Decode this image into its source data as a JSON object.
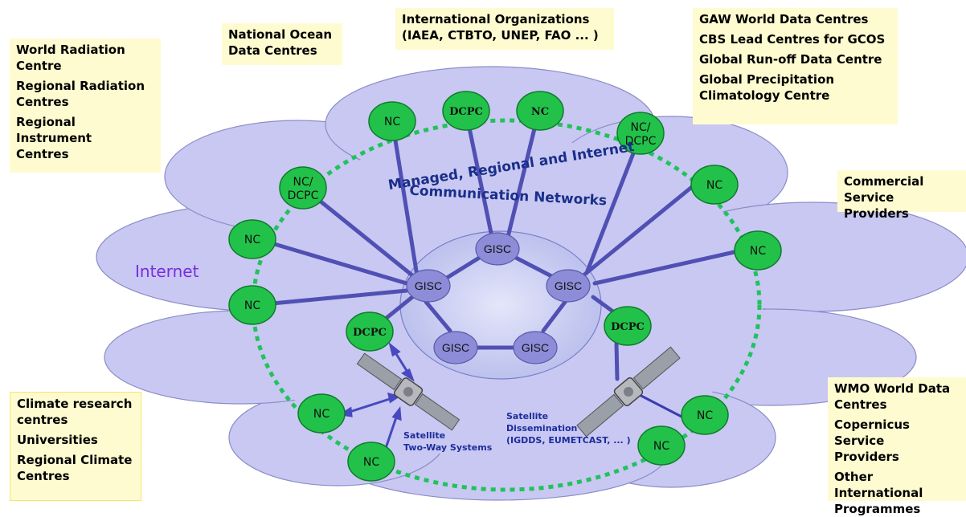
{
  "boxes": {
    "radiation": {
      "items": [
        "World Radiation\nCentre",
        "Regional Radiation\nCentres",
        "Regional Instrument\nCentres"
      ]
    },
    "ocean": {
      "items": [
        "National Ocean\nData Centres"
      ]
    },
    "international": {
      "items": [
        "International Organizations\n(IAEA, CTBTO, UNEP, FAO ... )"
      ]
    },
    "gaw": {
      "items": [
        "GAW World Data Centres",
        "CBS Lead Centres for GCOS",
        "Global Run-off Data Centre",
        "Global Precipitation\nClimatology Centre"
      ]
    },
    "commercial": {
      "items": [
        "Commercial\nService Providers"
      ]
    },
    "wmo": {
      "items": [
        "WMO World Data\nCentres",
        "Copernicus Service\nProviders",
        "Other International\nProgrammes"
      ]
    },
    "climate": {
      "items": [
        "Climate research\ncentres",
        "Universities",
        "Regional Climate\nCentres"
      ]
    }
  },
  "labels": {
    "internet": "Internet",
    "network_line1": "Managed, Regional and Internet",
    "network_line2": "Communication Networks",
    "sat_two_way_1": "Satellite",
    "sat_two_way_2": "Two-Way Systems",
    "sat_dissem_1": "Satellite",
    "sat_dissem_2": "Dissemination",
    "sat_dissem_3": "(IGDDS, EUMETCAST, ... )"
  },
  "nodes": {
    "nc_top_left": "NC",
    "dcpc_top": "DCPC",
    "nc_top": "NC",
    "nc_dcpc_top_right_1": "NC/",
    "nc_dcpc_top_right_2": "DCPC",
    "nc_dcpc_left_1": "NC/",
    "nc_dcpc_left_2": "DCPC",
    "nc_left_upper": "NC",
    "nc_left_lower": "NC",
    "nc_right_upper": "NC",
    "nc_right_middle": "NC",
    "dcpc_left": "DCPC",
    "dcpc_right": "DCPC",
    "nc_bottom_left": "NC",
    "nc_bottom": "NC",
    "nc_bottom_right_upper": "NC",
    "nc_bottom_right_lower": "NC"
  },
  "gisc": {
    "top": "GISC",
    "left": "GISC",
    "right": "GISC",
    "bottom_left": "GISC",
    "bottom_right": "GISC"
  },
  "colors": {
    "cloud_fill": "#c8c8f2",
    "cloud_stroke": "#8888c8",
    "node_fill": "#22c24a",
    "node_stroke": "#0f7a2c",
    "gisc_fill": "#8c8cd8",
    "link": "#5050b4",
    "ring": "#21c25c",
    "box_fill": "#fffbd0"
  }
}
